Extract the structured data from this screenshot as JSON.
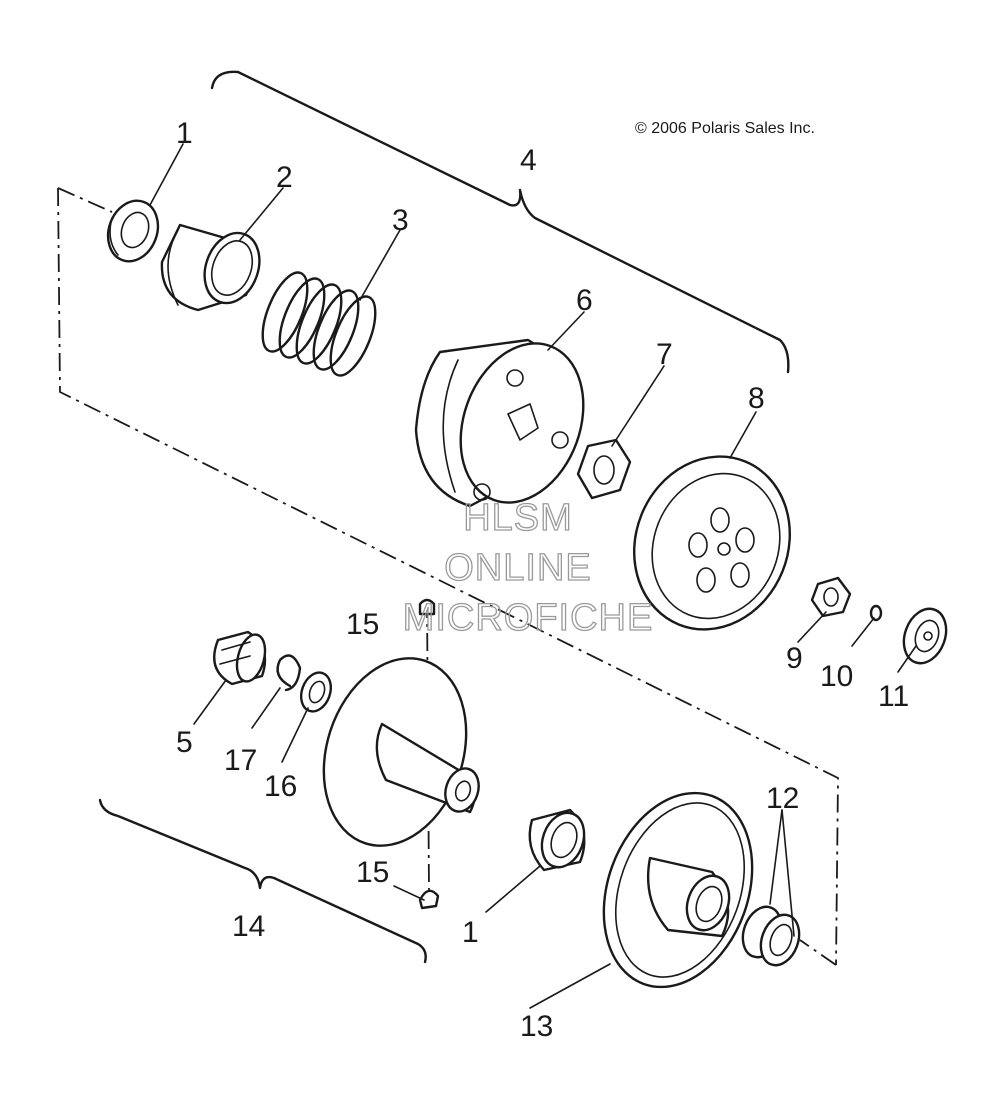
{
  "copyright": "© 2006 Polaris Sales Inc.",
  "watermark": [
    "HLSM",
    "ONLINE",
    "MICROFICHE"
  ],
  "callouts": {
    "c1a": "1",
    "c2": "2",
    "c3": "3",
    "c4": "4",
    "c5": "5",
    "c6": "6",
    "c7": "7",
    "c8": "8",
    "c9": "9",
    "c10": "10",
    "c11": "11",
    "c12": "12",
    "c13": "13",
    "c14": "14",
    "c15a": "15",
    "c15b": "15",
    "c16": "16",
    "c17": "17",
    "c1b": "1"
  },
  "colors": {
    "ink": "#1a1a1a",
    "watermark": "#9a9a9a",
    "background": "#ffffff"
  }
}
